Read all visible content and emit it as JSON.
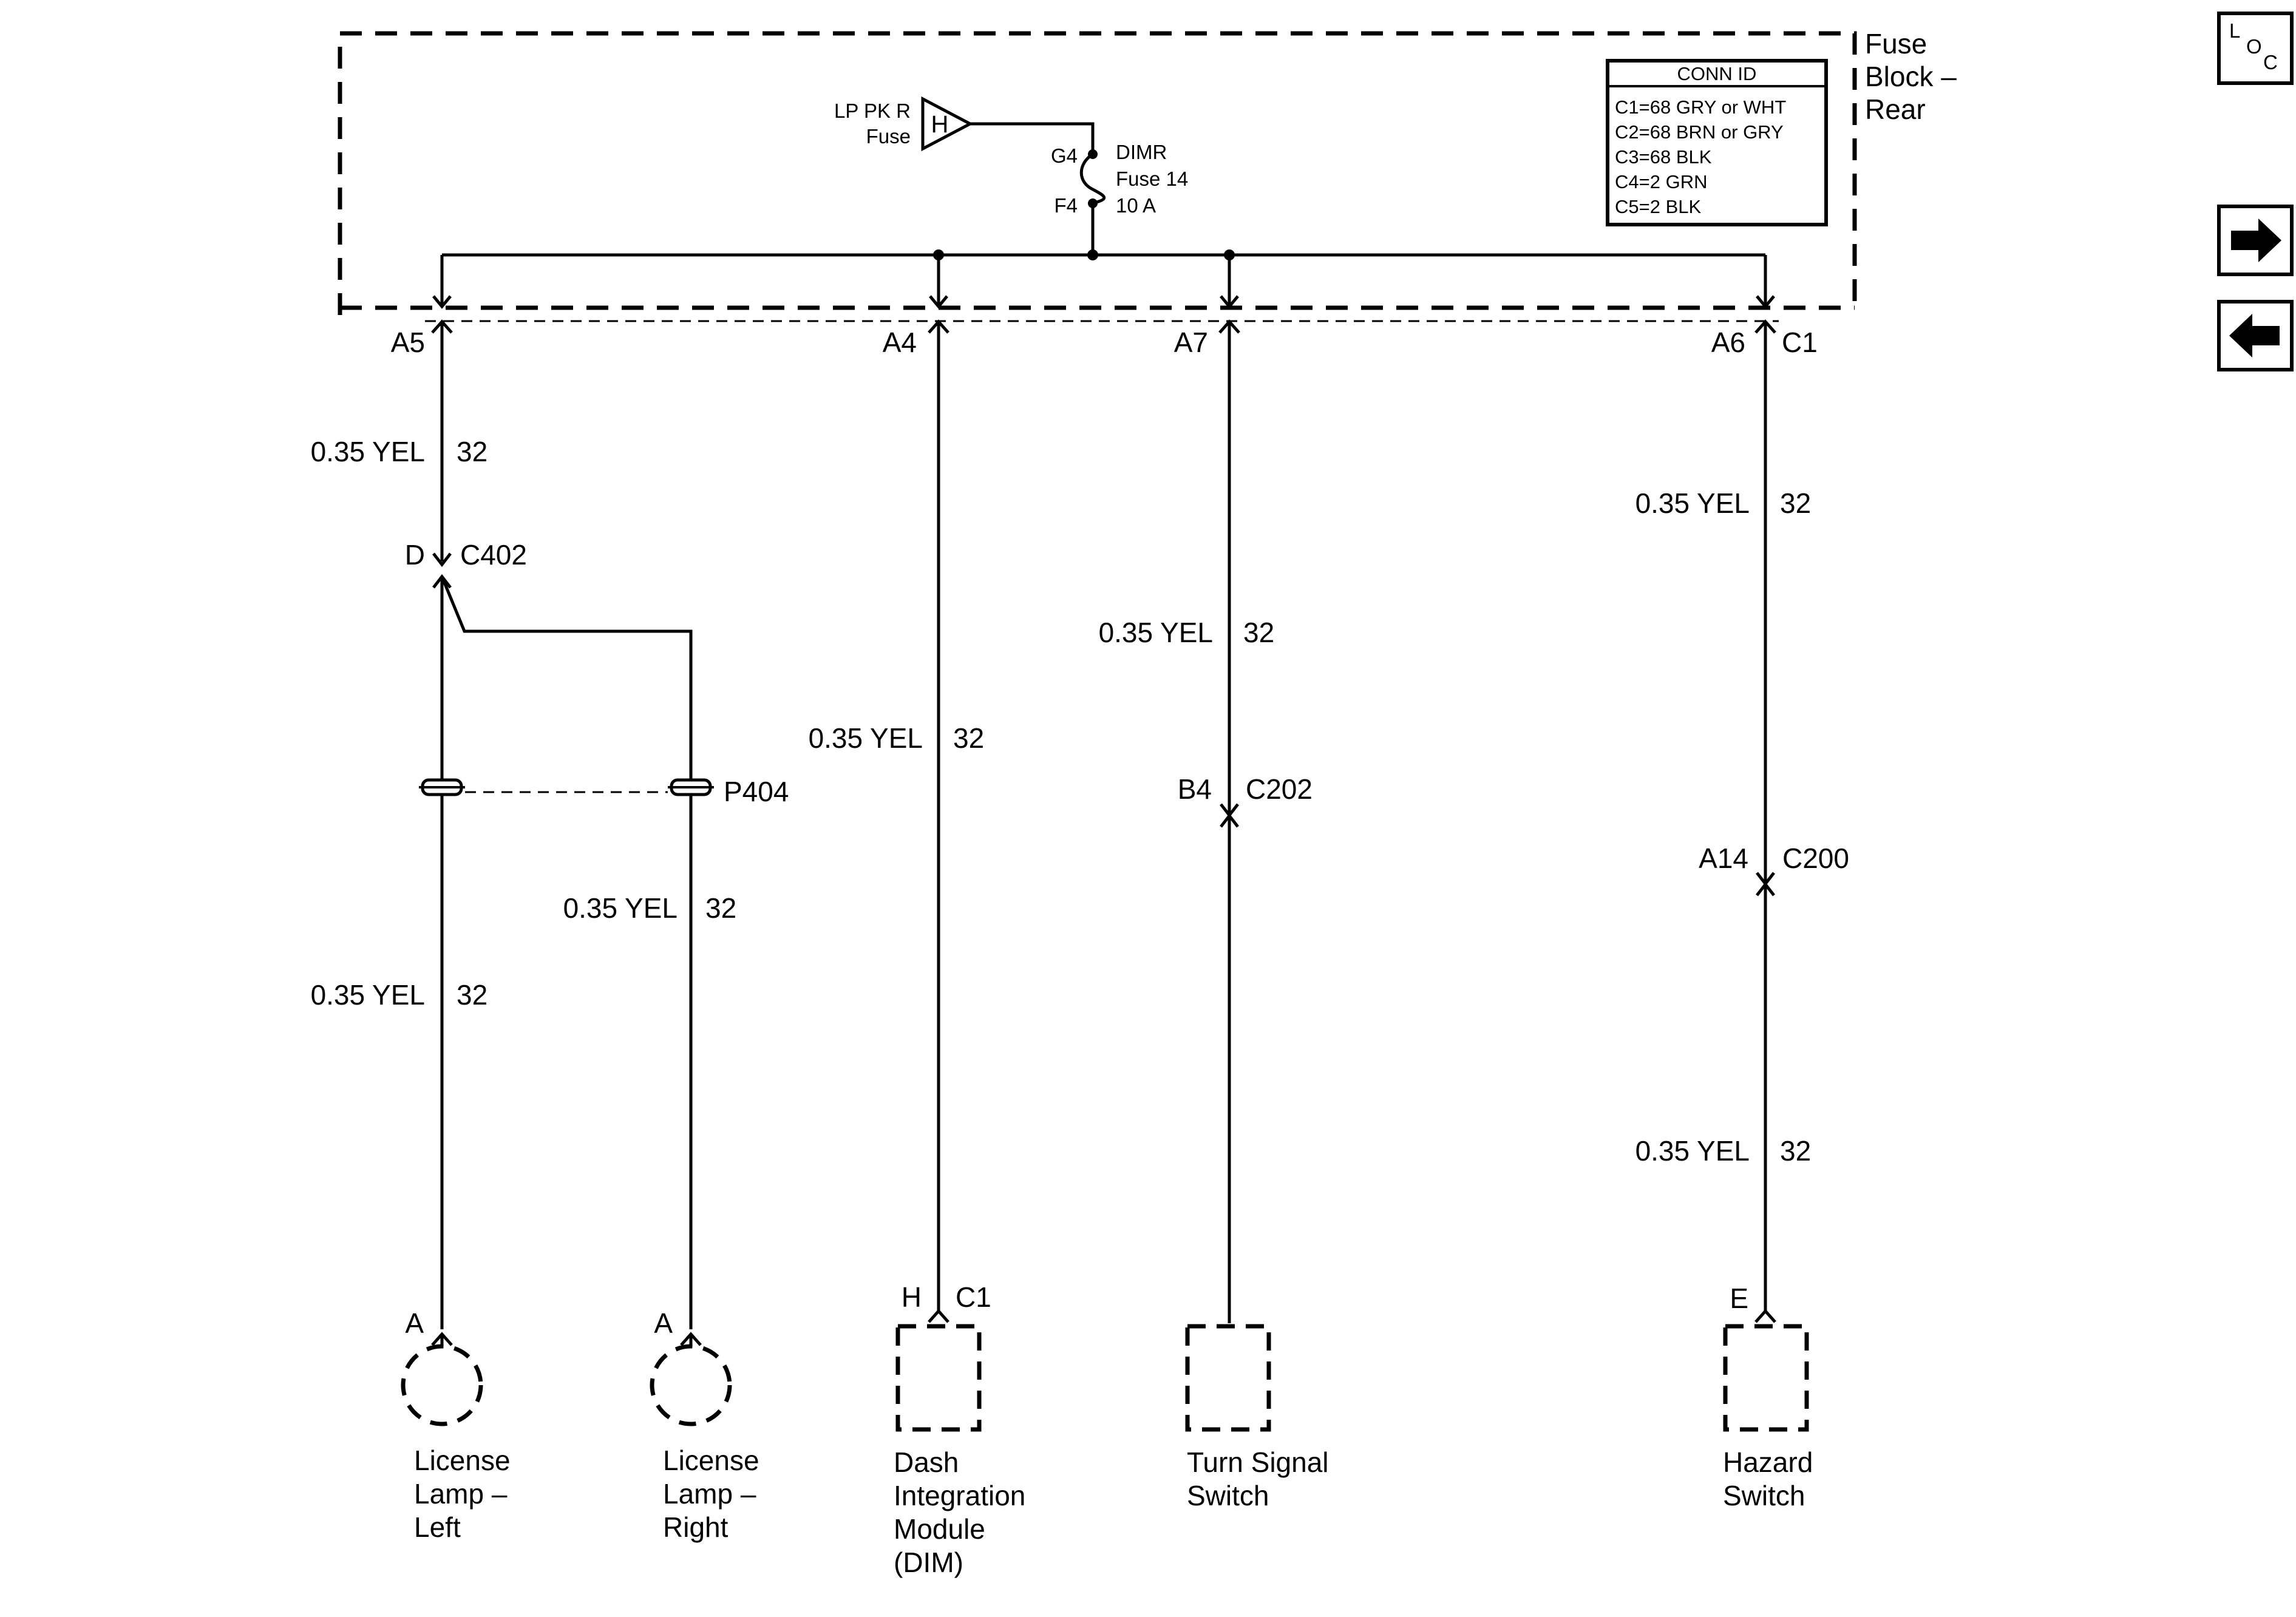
{
  "fuse_block": {
    "title_line1": "Fuse",
    "title_line2": "Block –",
    "title_line3": "Rear",
    "source_label_line1": "LP PK R",
    "source_label_line2": "Fuse",
    "source_marker": "H",
    "fuse_pin_top": "G4",
    "fuse_pin_bottom": "F4",
    "fuse_name": "DIMR",
    "fuse_number": "Fuse 14",
    "fuse_rating": "10 A"
  },
  "conn_id": {
    "header": "CONN ID",
    "rows": [
      "C1=68 GRY or WHT",
      "C2=68 BRN or GRY",
      "C3=68 BLK",
      "C4=2 GRN",
      "C5=2 BLK"
    ]
  },
  "pins": {
    "a5": "A5",
    "a4": "A4",
    "a7": "A7",
    "a6": "A6",
    "a6_conn": "C1"
  },
  "wires": {
    "spec": "0.35 YEL",
    "circuit": "32"
  },
  "connectors": {
    "c402_pin": "D",
    "c402_id": "C402",
    "p404_id": "P404",
    "c202_pin": "B4",
    "c202_id": "C202",
    "c200_pin": "A14",
    "c200_id": "C200"
  },
  "components": {
    "lamp_left_pin": "A",
    "lamp_left_line1": "License",
    "lamp_left_line2": "Lamp –",
    "lamp_left_line3": "Left",
    "lamp_right_pin": "A",
    "lamp_right_line1": "License",
    "lamp_right_line2": "Lamp –",
    "lamp_right_line3": "Right",
    "dim_pin": "H",
    "dim_conn": "C1",
    "dim_line1": "Dash",
    "dim_line2": "Integration",
    "dim_line3": "Module",
    "dim_line4": "(DIM)",
    "turn_line1": "Turn Signal",
    "turn_line2": "Switch",
    "hazard_pin": "E",
    "hazard_line1": "Hazard",
    "hazard_line2": "Switch"
  },
  "nav": {
    "loc_l": "L",
    "loc_o": "O",
    "loc_c": "C",
    "icons": [
      "loc-icon",
      "arrow-right-icon",
      "arrow-left-icon"
    ]
  }
}
